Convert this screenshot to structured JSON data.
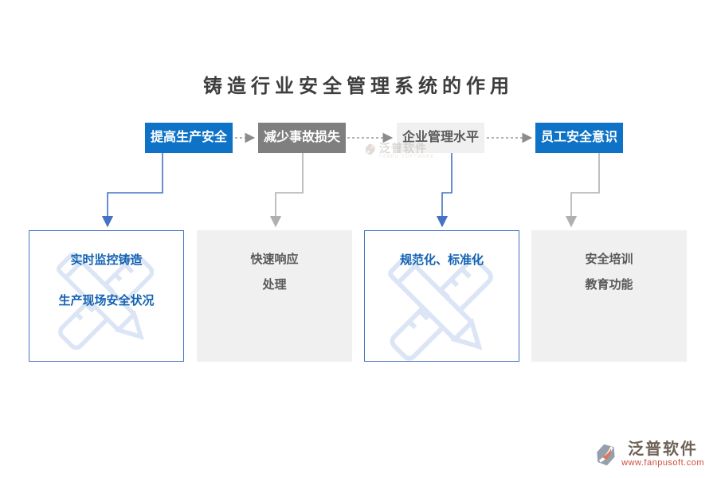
{
  "page": {
    "title": "铸造行业安全管理系统的作用"
  },
  "flow": {
    "top_boxes": [
      {
        "label": "提高生产安全",
        "style": "blue"
      },
      {
        "label": "减少事故损失",
        "style": "gray"
      },
      {
        "label": "企业管理水平",
        "style": "light"
      },
      {
        "label": "员工安全意识",
        "style": "blue"
      }
    ],
    "bottom_boxes": [
      {
        "lines": [
          "实时监控铸造",
          "生产现场安全状况"
        ],
        "style": "outlined"
      },
      {
        "lines": [
          "快速响应",
          "处理"
        ],
        "style": "filled"
      },
      {
        "lines": [
          "规范化、标准化"
        ],
        "style": "outlined"
      },
      {
        "lines": [
          "安全培训",
          "教育功能"
        ],
        "style": "filled"
      }
    ]
  },
  "watermark_center": {
    "brand": "泛普软件",
    "caption": "FANPU SOFTWARE"
  },
  "footer": {
    "brand": "泛普软件",
    "url": "www.fanpusoft.com"
  },
  "colors": {
    "primary_blue": "#0e73c6",
    "node_gray": "#7f7f7f",
    "node_light_gray": "#f0f0f0",
    "outline_blue": "#4472c4",
    "text_blue": "#1463b3",
    "text_gray": "#595959",
    "connector_blue": "#4472c4",
    "connector_gray": "#b0b0b0",
    "dashed_arrow_gray": "#999999",
    "title_color": "#3d3d3d",
    "footer_url_red": "#cc4f3d"
  },
  "icons": {
    "bottom_watermark": "pencil-ruler-icon",
    "brand_mark": "fanpu-logo-icon"
  }
}
